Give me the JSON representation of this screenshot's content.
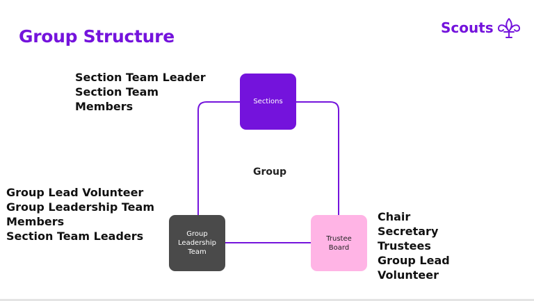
{
  "slide": {
    "title": "Group Structure",
    "logo_text": "Scouts",
    "center_label": "Group"
  },
  "nodes": {
    "sections": "Sections",
    "leadership": [
      "Group",
      "Leadership",
      "Team"
    ],
    "trustee": [
      "Trustee",
      "Board"
    ]
  },
  "blocks": {
    "sections": [
      "Section Team Leader",
      "Section Team",
      "Members"
    ],
    "leadership": [
      "Group Lead Volunteer",
      "Group Leadership Team",
      "Members",
      "Section Team Leaders"
    ],
    "trustee": [
      "Chair",
      "Secretary",
      "Trustees",
      "Group Lead",
      "Volunteer"
    ]
  },
  "colors": {
    "brand_purple": "#7413dc",
    "leadership_gray": "#4a4a4a",
    "trustee_pink": "#ffb4e5"
  }
}
